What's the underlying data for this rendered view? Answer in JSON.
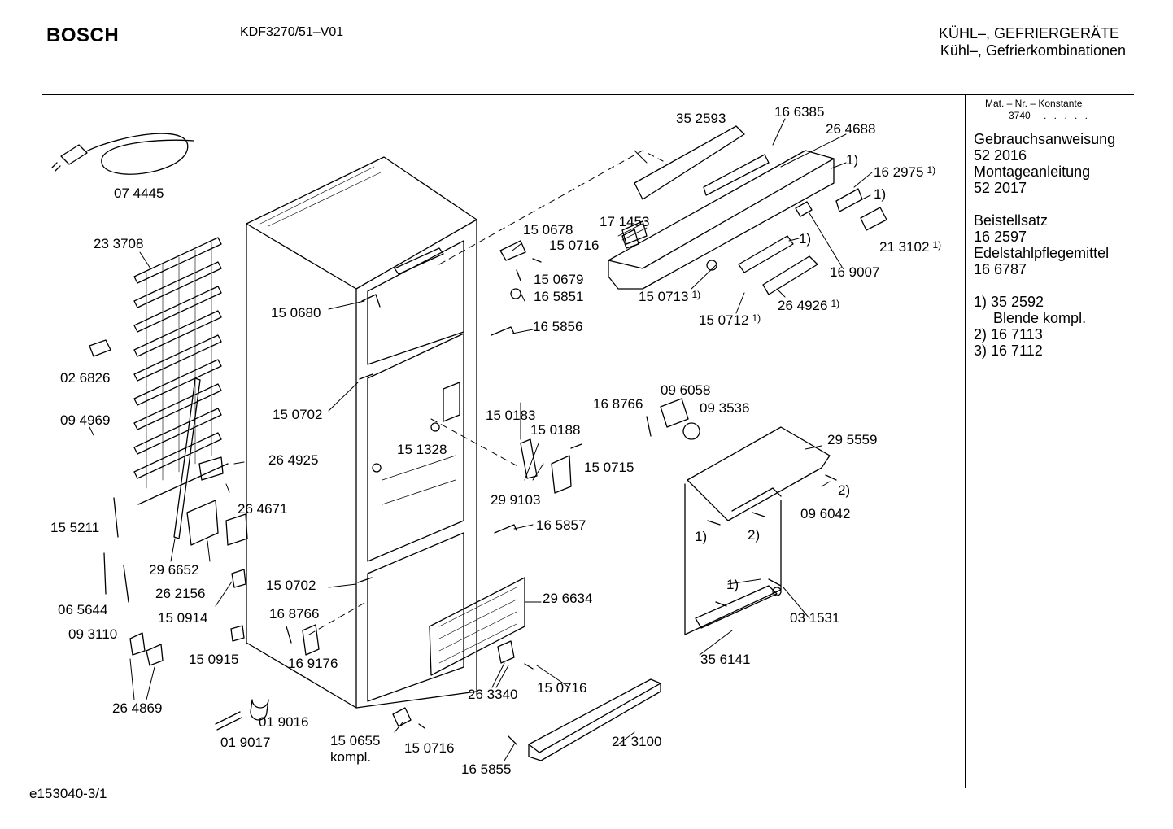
{
  "header": {
    "brand": "BOSCH",
    "model": "KDF3270/51–V01",
    "category_line1": "KÜHL–, GEFRIERGERÄTE",
    "category_line2": "Kühl–, Gefrierkombinationen"
  },
  "sidebar": {
    "mat_header": "Mat. – Nr. – Konstante",
    "mat_value": "3740",
    "mat_dots": ". . . . .",
    "lines": [
      "Gebrauchsanweisung",
      "52 2016",
      "Montageanleitung",
      "52 2017",
      "Beistellsatz",
      "16 2597",
      "Edelstahlpflegemittel",
      "16 6787",
      "1) 35 2592",
      "Blende kompl.",
      "2) 16 7113",
      "3) 16 7112"
    ]
  },
  "footer": {
    "code": "e153040-3/1"
  },
  "callouts": [
    {
      "text": "07 4445",
      "note": ""
    },
    {
      "text": "23 3708",
      "note": ""
    },
    {
      "text": "02 6826",
      "note": ""
    },
    {
      "text": "09 4969",
      "note": ""
    },
    {
      "text": "15 5211",
      "note": ""
    },
    {
      "text": "06 5644",
      "note": ""
    },
    {
      "text": "09 3110",
      "note": ""
    },
    {
      "text": "26 4869",
      "note": ""
    },
    {
      "text": "01 9017",
      "note": ""
    },
    {
      "text": "01 9016",
      "note": ""
    },
    {
      "text": "29 6652",
      "note": ""
    },
    {
      "text": "26 2156",
      "note": ""
    },
    {
      "text": "15 0914",
      "note": ""
    },
    {
      "text": "15 0915",
      "note": ""
    },
    {
      "text": "26 4925",
      "note": ""
    },
    {
      "text": "26 4671",
      "note": ""
    },
    {
      "text": "15 0680",
      "note": ""
    },
    {
      "text": "15 0702",
      "note": ""
    },
    {
      "text": "15 0702",
      "note": ""
    },
    {
      "text": "15 1328",
      "note": ""
    },
    {
      "text": "16 8766",
      "note": ""
    },
    {
      "text": "16 9176",
      "note": ""
    },
    {
      "text": "15 0655",
      "note": ""
    },
    {
      "text": "kompl.",
      "note": ""
    },
    {
      "text": "15 0716",
      "note": ""
    },
    {
      "text": "16 5855",
      "note": ""
    },
    {
      "text": "21 3100",
      "note": ""
    },
    {
      "text": "26 3340",
      "note": ""
    },
    {
      "text": "15 0716",
      "note": ""
    },
    {
      "text": "29 6634",
      "note": ""
    },
    {
      "text": "15 0183",
      "note": ""
    },
    {
      "text": "15 0188",
      "note": ""
    },
    {
      "text": "29 9103",
      "note": ""
    },
    {
      "text": "15 0715",
      "note": ""
    },
    {
      "text": "16 5857",
      "note": ""
    },
    {
      "text": "16 5856",
      "note": ""
    },
    {
      "text": "15 0678",
      "note": ""
    },
    {
      "text": "15 0716",
      "note": ""
    },
    {
      "text": "15 0679",
      "note": ""
    },
    {
      "text": "16 5851",
      "note": ""
    },
    {
      "text": "17 1453",
      "note": ""
    },
    {
      "text": "35 2593",
      "note": ""
    },
    {
      "text": "16 6385",
      "note": ""
    },
    {
      "text": "26 4688",
      "note": ""
    },
    {
      "text": "1)",
      "note": ""
    },
    {
      "text": "16 2975",
      "note": "1)"
    },
    {
      "text": "1)",
      "note": ""
    },
    {
      "text": "21 3102",
      "note": "1)"
    },
    {
      "text": "16 9007",
      "note": ""
    },
    {
      "text": "1)",
      "note": ""
    },
    {
      "text": "15 0713",
      "note": "1)"
    },
    {
      "text": "15 0712",
      "note": "1)"
    },
    {
      "text": "26 4926",
      "note": "1)"
    },
    {
      "text": "16 8766",
      "note": ""
    },
    {
      "text": "09 6058",
      "note": ""
    },
    {
      "text": "09 3536",
      "note": ""
    },
    {
      "text": "29 5559",
      "note": ""
    },
    {
      "text": "2)",
      "note": ""
    },
    {
      "text": "09 6042",
      "note": ""
    },
    {
      "text": "1)",
      "note": ""
    },
    {
      "text": "2)",
      "note": ""
    },
    {
      "text": "1)",
      "note": ""
    },
    {
      "text": "03 1531",
      "note": ""
    },
    {
      "text": "35 6141",
      "note": ""
    }
  ]
}
